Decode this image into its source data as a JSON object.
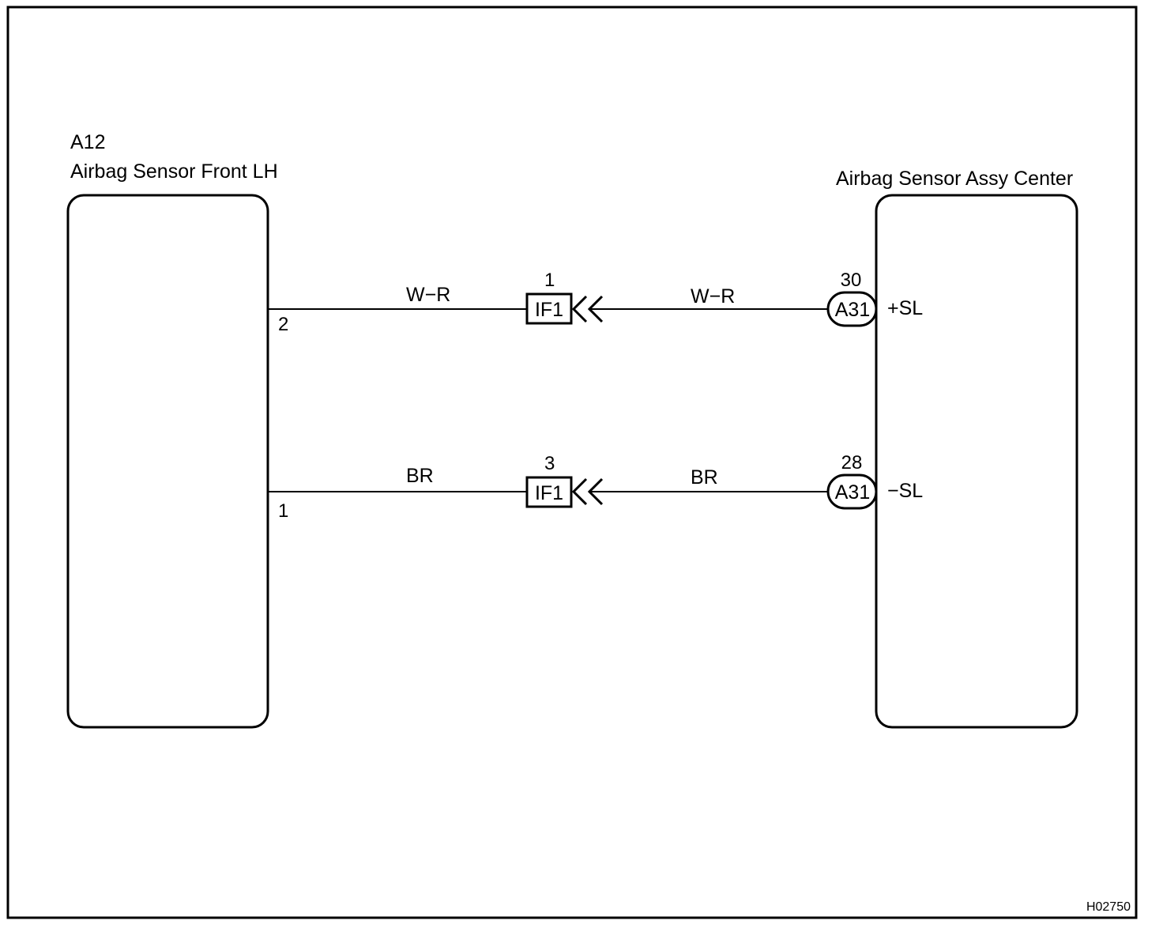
{
  "left_component": {
    "code": "A12",
    "name": "Airbag Sensor Front LH",
    "pins": [
      "2",
      "1"
    ]
  },
  "right_component": {
    "name": "Airbag Sensor Assy Center",
    "connector": "A31",
    "pins": [
      {
        "number": "30",
        "signal": "+SL"
      },
      {
        "number": "28",
        "signal": "−SL"
      }
    ]
  },
  "junction": {
    "code": "IF1",
    "pins": [
      "1",
      "3"
    ]
  },
  "wires": [
    {
      "left_color": "W−R",
      "right_color": "W−R"
    },
    {
      "left_color": "BR",
      "right_color": "BR"
    }
  ],
  "figure_code": "H02750"
}
